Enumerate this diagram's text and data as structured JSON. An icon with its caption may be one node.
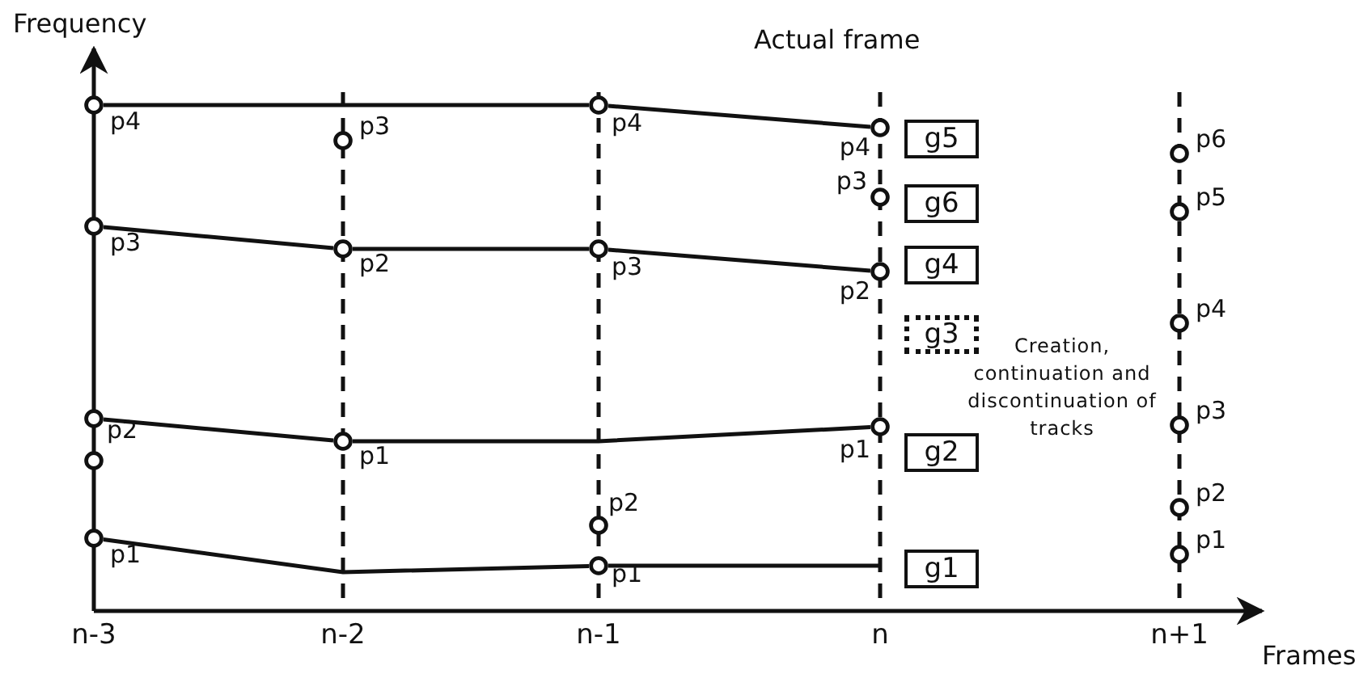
{
  "diagram": {
    "nodes": [
      {
        "text": [],
        "shape": "circle",
        "beside": [
          "p4"
        ]
      },
      {
        "text": [],
        "shape": "circle",
        "beside": [
          "p3"
        ]
      },
      {
        "text": [],
        "shape": "circle",
        "beside": [
          "p2"
        ]
      },
      {
        "text": [],
        "shape": "circle"
      },
      {
        "text": [],
        "shape": "circle",
        "beside": [
          "p1"
        ]
      },
      {
        "text": [],
        "shape": "circle",
        "beside": [
          "p3"
        ]
      },
      {
        "text": [],
        "shape": "circle",
        "beside": [
          "p2"
        ]
      },
      {
        "text": [],
        "shape": "circle",
        "beside": [
          "p1"
        ]
      },
      {
        "text": [],
        "shape": "circle",
        "beside": [
          "p4"
        ]
      },
      {
        "text": [],
        "shape": "circle",
        "beside": [
          "p3"
        ]
      },
      {
        "text": [],
        "shape": "circle",
        "beside": [
          "p2"
        ]
      },
      {
        "text": [],
        "shape": "circle",
        "beside": [
          "p1"
        ]
      },
      {
        "text": [],
        "shape": "circle",
        "beside": [
          "p4"
        ]
      },
      {
        "text": [],
        "shape": "circle",
        "beside": [
          "p3"
        ]
      },
      {
        "text": [],
        "shape": "circle",
        "beside": [
          "p2"
        ]
      },
      {
        "text": [],
        "shape": "circle",
        "beside": [
          "p1"
        ]
      },
      {
        "text": [],
        "shape": "circle",
        "beside": [
          "p6"
        ]
      },
      {
        "text": [],
        "shape": "circle",
        "beside": [
          "p5"
        ]
      },
      {
        "text": [],
        "shape": "circle",
        "beside": [
          "p4"
        ]
      },
      {
        "text": [],
        "shape": "circle",
        "beside": [
          "p3"
        ]
      },
      {
        "text": [],
        "shape": "circle",
        "beside": [
          "p2"
        ]
      },
      {
        "text": [],
        "shape": "circle",
        "beside": [
          "p1"
        ]
      },
      {
        "text": [
          "g5"
        ]
      },
      {
        "text": [
          "g6"
        ]
      },
      {
        "text": [
          "g4"
        ]
      },
      {
        "text": [
          "g3"
        ]
      },
      {
        "text": [
          "g2"
        ]
      },
      {
        "text": [
          "g1"
        ]
      }
    ],
    "edges": [
      {
        "from": 0,
        "to": 8,
        "arrow": "none"
      },
      {
        "from": 8,
        "to": 12,
        "arrow": "none"
      },
      {
        "from": 1,
        "to": 6,
        "arrow": "none"
      },
      {
        "from": 6,
        "to": 9,
        "arrow": "none"
      },
      {
        "from": 9,
        "to": 14,
        "arrow": "none"
      },
      {
        "from": 2,
        "to": 7,
        "arrow": "none"
      },
      {
        "from": 7,
        "to": 15,
        "arrow": "none"
      },
      {
        "from": 4,
        "to": 11,
        "arrow": "none"
      },
      {
        "from": 11,
        "to": null,
        "arrow": "none"
      }
    ],
    "labels": [
      "Frequency",
      "Actual frame",
      "Creation, continuation and discontinuation of tracks",
      "n-3",
      "n-2",
      "n-1",
      "n",
      "n+1",
      "Frames"
    ]
  }
}
